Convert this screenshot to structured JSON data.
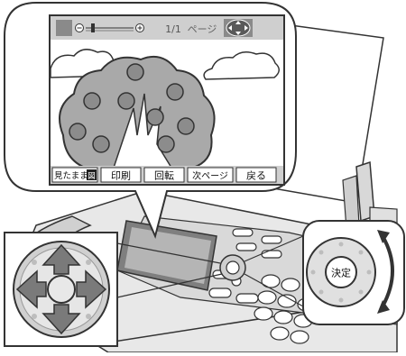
{
  "screen": {
    "page_indicator": "1/1",
    "page_word": "ページ",
    "zoom_minus_symbol": "⊖",
    "zoom_plus_symbol": "⊕",
    "zoom_level": 0.15
  },
  "bottom_buttons": [
    {
      "label": "見たまま"
    },
    {
      "label": "印刷"
    },
    {
      "label": "回転"
    },
    {
      "label": "次ページ"
    },
    {
      "label": "戻る"
    }
  ],
  "bottom_first_badge": "図",
  "dial": {
    "center_label": "決定"
  },
  "icons": {
    "zoom_out": "zoom-out-icon",
    "zoom_in": "zoom-in-icon",
    "nav": "nav-pad-icon",
    "rotate": "rotate-arrows-icon"
  },
  "colors": {
    "outline": "#333333",
    "screen_bg": "#ffffff",
    "toolbar_bg": "#cfcfcf",
    "tree_fill": "#a9a9a9",
    "fruit_fill": "#8c8c8c",
    "device_body": "#e6e6e6",
    "device_dark": "#9a9a9a"
  }
}
